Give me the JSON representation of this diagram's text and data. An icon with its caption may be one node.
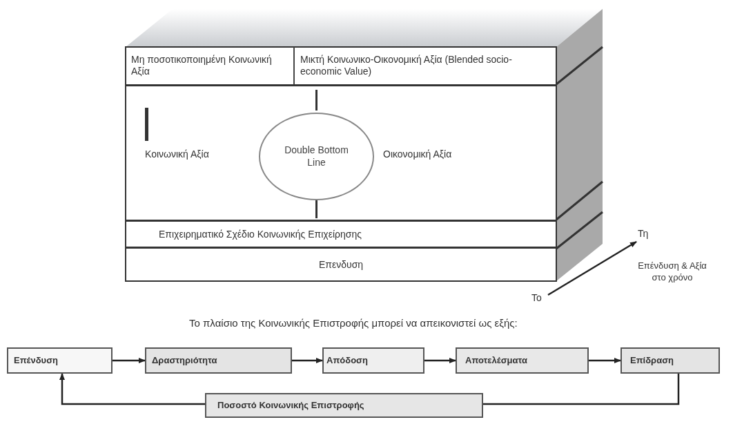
{
  "diagram": {
    "nodes": [
      {
        "text": [
          "Μη ποσοτικοποιημένη Κοινωνική Αξία"
        ]
      },
      {
        "text": [
          "Μικτή Κοινωνικο-Οικονομική Αξία (Blended socio-economic Value)"
        ]
      },
      {
        "text": [
          "Κοινωνική Αξία",
          "Οικονομική Αξία"
        ]
      },
      {
        "text": [
          "Double Bottom Line"
        ],
        "in": 2
      },
      {
        "text": [
          "Επιχειρηματικό Σχέδιο Κοινωνικής Επιχείρησης"
        ]
      },
      {
        "text": [
          "Επενδυση"
        ]
      },
      {
        "text": [
          "Τη"
        ],
        "beside": [
          "Επένδυση & Αξία στο χρόνο"
        ]
      },
      {
        "text": [
          "Το"
        ]
      },
      {
        "text": [
          "Επένδυση"
        ]
      },
      {
        "text": [
          "Δραστηριότητα"
        ]
      },
      {
        "text": [
          "Απόδοση"
        ]
      },
      {
        "text": [
          "Αποτελέσματα"
        ]
      },
      {
        "text": [
          "Επίδραση"
        ]
      },
      {
        "text": [
          "Ποσοστό Κοινωνικής Επιστροφής"
        ]
      }
    ],
    "edges": [
      {
        "from": 3,
        "to": 1,
        "arrow": "none"
      },
      {
        "from": 3,
        "to": 4,
        "arrow": "none"
      },
      {
        "from": 7,
        "to": 6,
        "arrow": "to"
      },
      {
        "from": 8,
        "to": 9,
        "arrow": "to"
      },
      {
        "from": 9,
        "to": 10,
        "arrow": "to"
      },
      {
        "from": 10,
        "to": 11,
        "arrow": "to"
      },
      {
        "from": 11,
        "to": 12,
        "arrow": "to"
      },
      {
        "from": 12,
        "to": 13,
        "arrow": "none"
      },
      {
        "from": 13,
        "to": 8,
        "arrow": "to"
      }
    ],
    "labels": [
      "Το πλαίσιο της Κοινωνικής Επιστροφής μπορεί να απεικονιστεί ως εξής:"
    ]
  }
}
